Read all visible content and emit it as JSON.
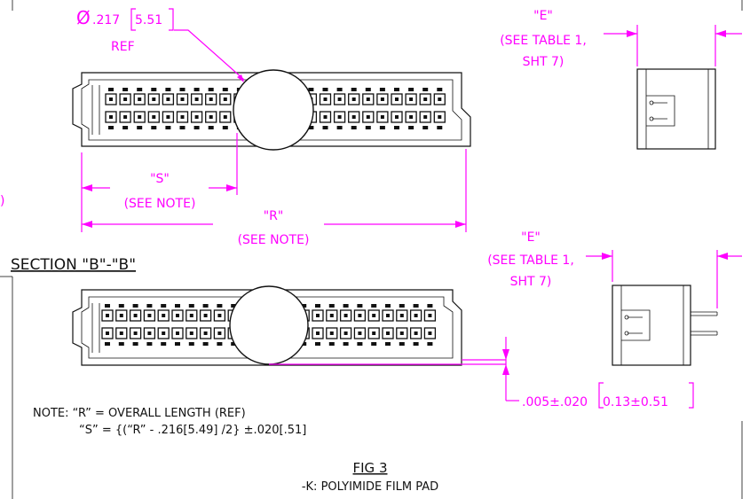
{
  "ref_dim": {
    "diameter_symbol": "Ø",
    "value": ".217",
    "metric": "5.51",
    "ref": "REF"
  },
  "e_dim_top": {
    "label": "\"E\"",
    "note_line1": "(SEE TABLE 1,",
    "note_line2": "SHT 7)"
  },
  "e_dim_bottom": {
    "label": "\"E\"",
    "note_line1": "(SEE TABLE 1,",
    "note_line2": "SHT 7)"
  },
  "s_dim": {
    "label": "\"S\"",
    "note": "(SEE NOTE)"
  },
  "r_dim": {
    "label": "\"R\"",
    "note": "(SEE NOTE)"
  },
  "left_edge_fragment": ")",
  "section_title": "SECTION \"B\"-\"B\"",
  "offset_dim": {
    "value": ".005±.020",
    "metric": "0.13±0.51"
  },
  "note": {
    "line1": "NOTE: “R” = OVERALL LENGTH (REF)",
    "line2": "“S” = {(“R” - .216[5.49] /2} ±.020[.51]"
  },
  "figure": {
    "title": "FIG 3",
    "caption": "-K: POLYIMIDE FILM PAD"
  },
  "colors": {
    "dimension": "#ff00ff",
    "outline": "#111111"
  }
}
